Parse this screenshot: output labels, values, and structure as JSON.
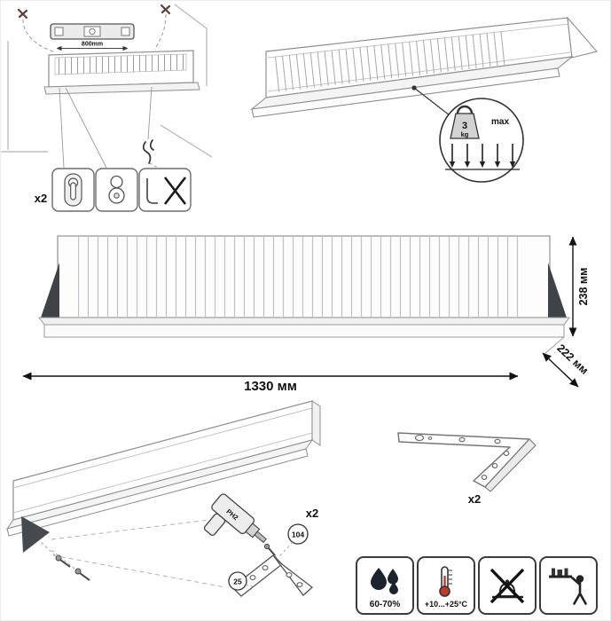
{
  "palette": {
    "line_gray": "#8f8f8f",
    "bracket_dark": "#3f4347",
    "ink": "#111111",
    "thermometer_red": "#c0392b"
  },
  "mounting": {
    "hole_distance_label": "800mm",
    "hardware_count": "x2",
    "icons": [
      "spirit-level",
      "drill-points",
      "keyhole-fitting",
      "hanger-fitting",
      "wrong-fitting-crossed"
    ]
  },
  "load_limit": {
    "value": "3",
    "unit": "kg",
    "qualifier": "max",
    "icon": "kettlebell-weight"
  },
  "dimensions": {
    "width": "1330 мм",
    "height": "238 мм",
    "depth": "222 мм"
  },
  "assembly": {
    "bracket_count": "x2",
    "bit_label": "PH2",
    "part_number_screw": "104",
    "part_number_confirmat": "25",
    "icons": [
      "screwdriver",
      "angle-bracket-detail",
      "screws"
    ]
  },
  "bracket_part": {
    "count": "x2",
    "icon": "angle-bracket"
  },
  "care": {
    "humidity": "60-70%",
    "temperature": "+10...+25°C",
    "icons": [
      "water-drops",
      "thermometer",
      "no-pot-crossed",
      "person-using-shelf"
    ]
  }
}
